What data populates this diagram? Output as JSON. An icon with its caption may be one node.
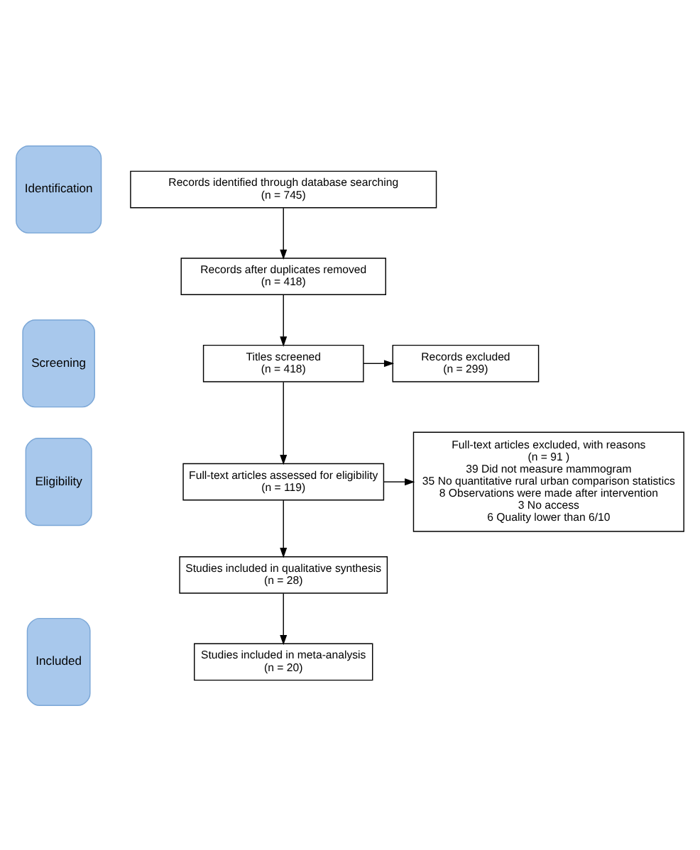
{
  "diagram": {
    "nodes": [
      {
        "text": [
          "Identification"
        ]
      },
      {
        "text": [
          "Screening"
        ]
      },
      {
        "text": [
          "Eligibility"
        ]
      },
      {
        "text": [
          "Included"
        ]
      },
      {
        "text": [
          "Records identified through database searching",
          "(n = 745)"
        ]
      },
      {
        "text": [
          "Records after duplicates removed",
          "(n = 418)"
        ]
      },
      {
        "text": [
          "Titles screened",
          "(n = 418)"
        ]
      },
      {
        "text": [
          "Records excluded",
          "(n = 299)"
        ]
      },
      {
        "text": [
          "Full-text articles assessed for eligibility",
          "(n = 119)"
        ]
      },
      {
        "text": [
          "Full-text articles excluded, with reasons",
          "(n = 91 )",
          "39 Did not measure mammogram",
          "35 No quantitative rural urban comparison statistics",
          "8 Observations were made after intervention",
          "3 No access",
          "6 Quality lower than 6/10"
        ]
      },
      {
        "text": [
          "Studies included in qualitative synthesis",
          "(n = 28)"
        ]
      },
      {
        "text": [
          "Studies included in meta-analysis",
          "(n = 20)"
        ]
      }
    ],
    "edges": [
      {
        "from": 4,
        "to": 5,
        "arrow": "to"
      },
      {
        "from": 5,
        "to": 6,
        "arrow": "to"
      },
      {
        "from": 6,
        "to": 7,
        "arrow": "to"
      },
      {
        "from": 6,
        "to": 8,
        "arrow": "to"
      },
      {
        "from": 8,
        "to": 9,
        "arrow": "to"
      },
      {
        "from": 8,
        "to": 10,
        "arrow": "to"
      },
      {
        "from": 10,
        "to": 11,
        "arrow": "to"
      }
    ]
  }
}
